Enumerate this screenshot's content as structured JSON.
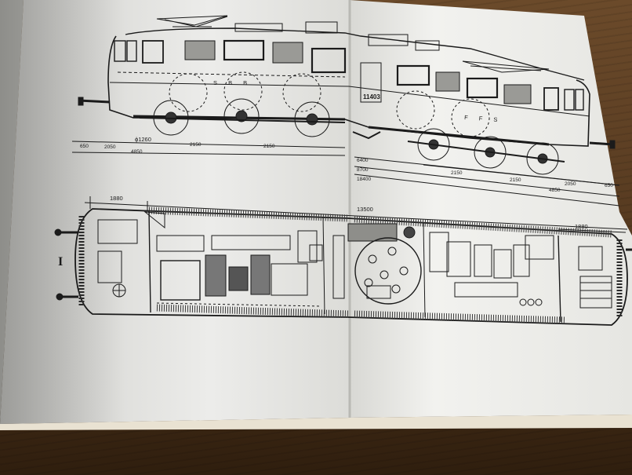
{
  "side_view": {
    "locomotive_number": "11403",
    "lettering_left": "S B B",
    "lettering_right": "F F S",
    "wheel_diameter": "ϕ1260",
    "dims_row1": [
      "650",
      "2050",
      "2150",
      "2150"
    ],
    "dim_bogie_left": "4850",
    "dims_right": [
      "6400",
      "8700",
      "18400"
    ],
    "dims_right_row1": [
      "2150",
      "2150",
      "2050",
      "650"
    ],
    "dim_bogie_right": "4850"
  },
  "plan_view": {
    "dim_cab_left": "1880",
    "dim_center": "13500",
    "dim_cab_right": "1880",
    "section_mark": "I"
  }
}
